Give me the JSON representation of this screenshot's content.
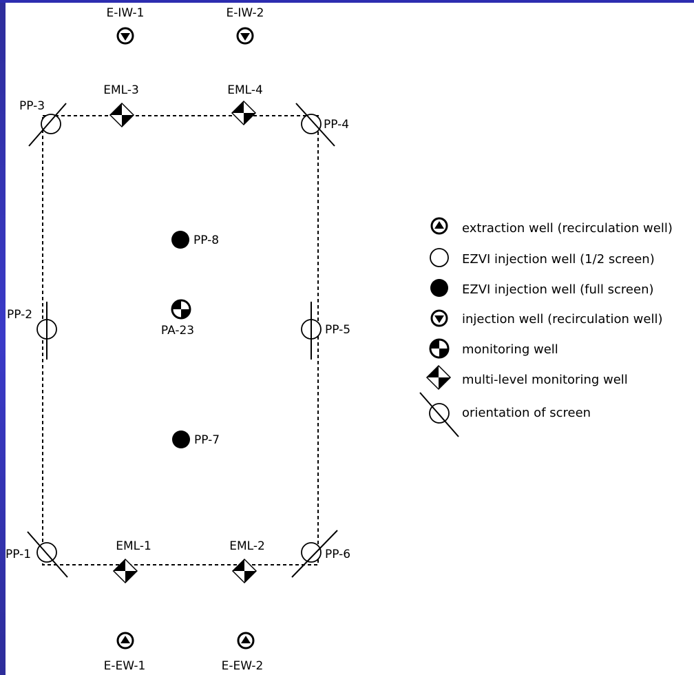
{
  "diagram": {
    "wells": {
      "e_iw_1": "E-IW-1",
      "e_iw_2": "E-IW-2",
      "eml_3": "EML-3",
      "eml_4": "EML-4",
      "pp_3": "PP-3",
      "pp_4": "PP-4",
      "pp_8": "PP-8",
      "pp_2": "PP-2",
      "pa_23": "PA-23",
      "pp_5": "PP-5",
      "pp_7": "PP-7",
      "pp_1": "PP-1",
      "eml_1": "EML-1",
      "eml_2": "EML-2",
      "pp_6": "PP-6",
      "e_ew_1": "E-EW-1",
      "e_ew_2": "E-EW-2"
    },
    "legend": [
      {
        "icon": "extraction-well-icon",
        "label": "extraction well (recirculation well)"
      },
      {
        "icon": "half-screen-injection-well-icon",
        "label": "EZVI injection well (1/2 screen)"
      },
      {
        "icon": "full-screen-injection-well-icon",
        "label": "EZVI injection well (full screen)"
      },
      {
        "icon": "injection-well-icon",
        "label": "injection well (recirculation well)"
      },
      {
        "icon": "monitoring-well-icon",
        "label": "monitoring well"
      },
      {
        "icon": "multi-level-monitoring-well-icon",
        "label": "multi-level monitoring well"
      },
      {
        "icon": "screen-orientation-icon",
        "label": "orientation of screen"
      }
    ]
  },
  "colors": {
    "background": "#ffffff",
    "ink": "#000000",
    "frame": "#3434b8"
  }
}
